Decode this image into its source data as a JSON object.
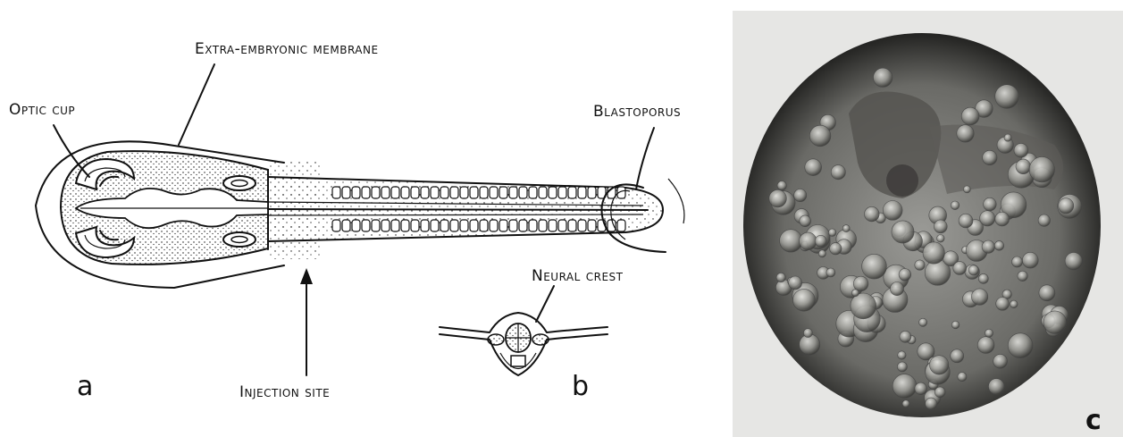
{
  "panel_a": {
    "letter": "a",
    "labels": {
      "optic_cup": "Optic cup",
      "extra_embryonic_membrane": "Extra-embryonic membrane",
      "blastoporus": "Blastoporus",
      "injection_site": "Injection site"
    }
  },
  "panel_b": {
    "letter": "b",
    "labels": {
      "neural_crest": "Neural crest"
    }
  },
  "panel_c": {
    "letter": "c"
  },
  "colors": {
    "ink": "#111111",
    "photo_background": "#e6e6e4",
    "embryo_dark": "#2b2b2b",
    "yolk": "#8e8e8a"
  }
}
